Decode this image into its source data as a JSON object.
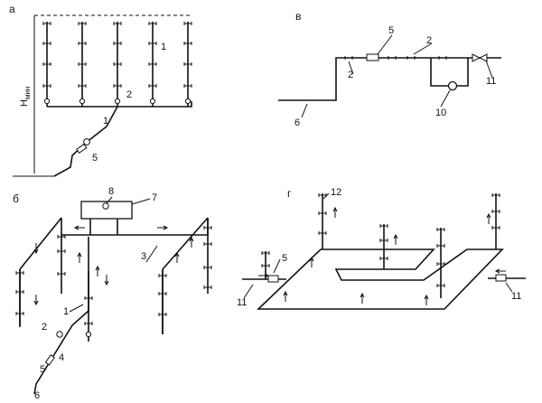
{
  "panels": {
    "a": {
      "letter": "а",
      "height_label_main": "Н",
      "height_label_sub": "мин",
      "callouts": [
        "1",
        "2",
        "1",
        "5"
      ]
    },
    "b": {
      "letter": "б",
      "callouts": [
        "8",
        "7",
        "3",
        "1",
        "2",
        "4",
        "5",
        "6"
      ]
    },
    "v": {
      "letter": "в",
      "callouts": [
        "5",
        "2",
        "2",
        "11",
        "6",
        "10"
      ]
    },
    "g": {
      "letter": "г",
      "callouts": [
        "12",
        "5",
        "11",
        "11"
      ]
    }
  },
  "symbols": [
    "riser-pipe",
    "water-tap",
    "valve",
    "water-meter",
    "pump",
    "tank",
    "check-valve",
    "flow-arrow"
  ]
}
